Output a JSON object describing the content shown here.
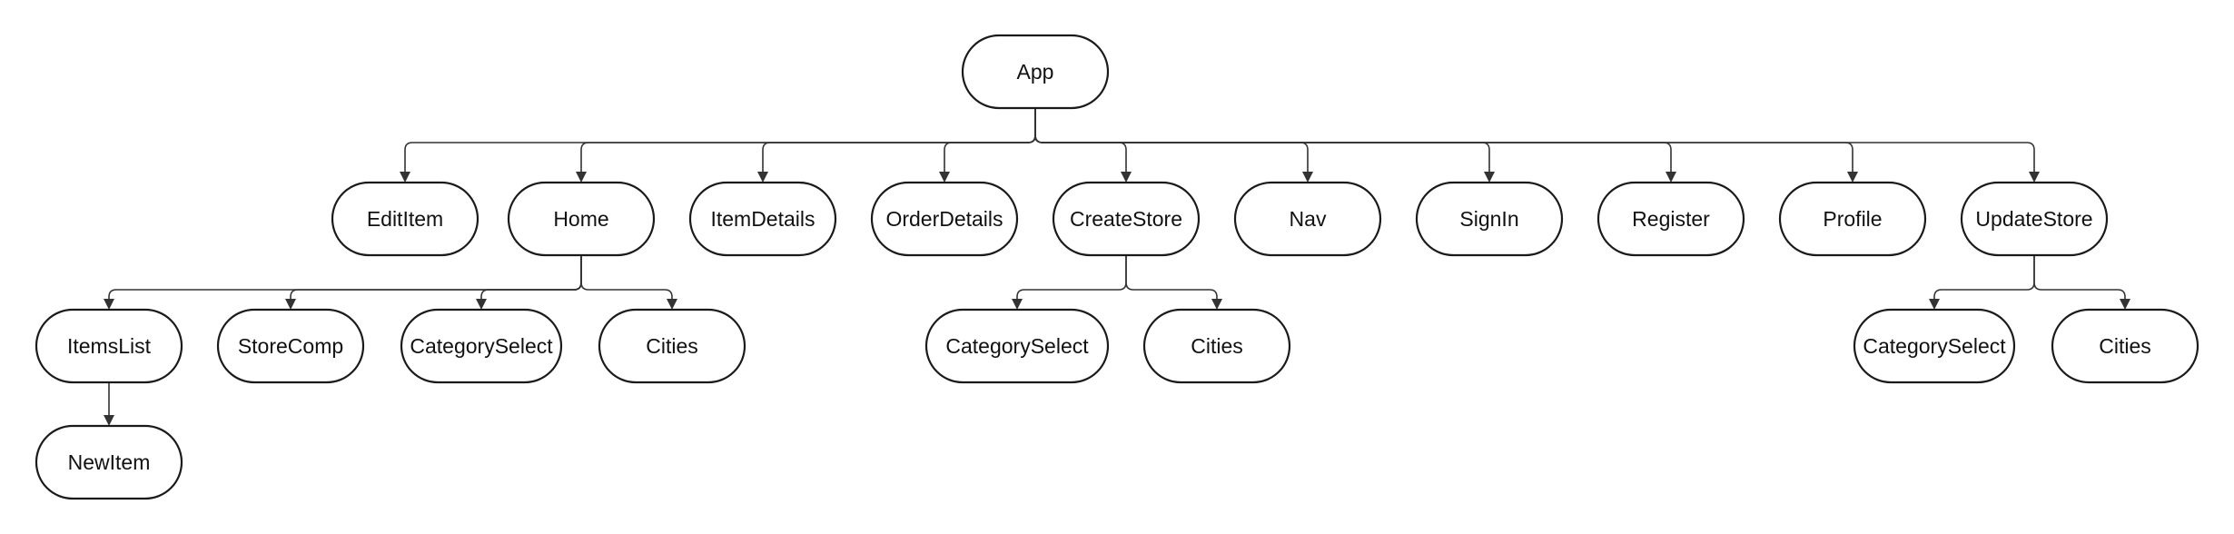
{
  "diagram": {
    "type": "component-tree",
    "colors": {
      "node_fill": "#ffffff",
      "node_stroke": "#1a1a1a",
      "edge": "#333333",
      "text": "#111111"
    },
    "nodes": [
      {
        "id": "app",
        "label": "App"
      },
      {
        "id": "edititem",
        "label": "EditItem"
      },
      {
        "id": "home",
        "label": "Home"
      },
      {
        "id": "itemdetails",
        "label": "ItemDetails"
      },
      {
        "id": "orderdetails",
        "label": "OrderDetails"
      },
      {
        "id": "createstore",
        "label": "CreateStore"
      },
      {
        "id": "nav",
        "label": "Nav"
      },
      {
        "id": "signin",
        "label": "SignIn"
      },
      {
        "id": "register",
        "label": "Register"
      },
      {
        "id": "profile",
        "label": "Profile"
      },
      {
        "id": "updatestore",
        "label": "UpdateStore"
      },
      {
        "id": "itemslist",
        "label": "ItemsList"
      },
      {
        "id": "storecomp",
        "label": "StoreComp"
      },
      {
        "id": "categoryselect-home",
        "label": "CategorySelect"
      },
      {
        "id": "cities-home",
        "label": "Cities"
      },
      {
        "id": "categoryselect-create",
        "label": "CategorySelect"
      },
      {
        "id": "cities-create",
        "label": "Cities"
      },
      {
        "id": "categoryselect-update",
        "label": "CategorySelect"
      },
      {
        "id": "cities-update",
        "label": "Cities"
      },
      {
        "id": "newitem",
        "label": "NewItem"
      }
    ],
    "edges": [
      {
        "from": "app",
        "to": "edititem"
      },
      {
        "from": "app",
        "to": "home"
      },
      {
        "from": "app",
        "to": "itemdetails"
      },
      {
        "from": "app",
        "to": "orderdetails"
      },
      {
        "from": "app",
        "to": "createstore"
      },
      {
        "from": "app",
        "to": "nav"
      },
      {
        "from": "app",
        "to": "signin"
      },
      {
        "from": "app",
        "to": "register"
      },
      {
        "from": "app",
        "to": "profile"
      },
      {
        "from": "app",
        "to": "updatestore"
      },
      {
        "from": "home",
        "to": "itemslist"
      },
      {
        "from": "home",
        "to": "storecomp"
      },
      {
        "from": "home",
        "to": "categoryselect-home"
      },
      {
        "from": "home",
        "to": "cities-home"
      },
      {
        "from": "createstore",
        "to": "categoryselect-create"
      },
      {
        "from": "createstore",
        "to": "cities-create"
      },
      {
        "from": "updatestore",
        "to": "categoryselect-update"
      },
      {
        "from": "updatestore",
        "to": "cities-update"
      },
      {
        "from": "itemslist",
        "to": "newitem"
      }
    ]
  }
}
